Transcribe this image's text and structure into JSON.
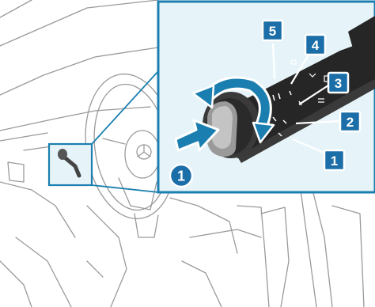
{
  "colors": {
    "accent_blue": "#1a7fb0",
    "inset_bg": "#e6f4f9",
    "line_gray": "#a0a0a0",
    "badge_blue": "#1b6ea8"
  },
  "callouts": {
    "main_1": "1",
    "pos_1": "1",
    "pos_2": "2",
    "pos_3": "3",
    "pos_4": "4",
    "pos_5": "5"
  },
  "icons": {
    "rotate": "rotate-arrow-icon",
    "push": "push-arrow-icon"
  }
}
